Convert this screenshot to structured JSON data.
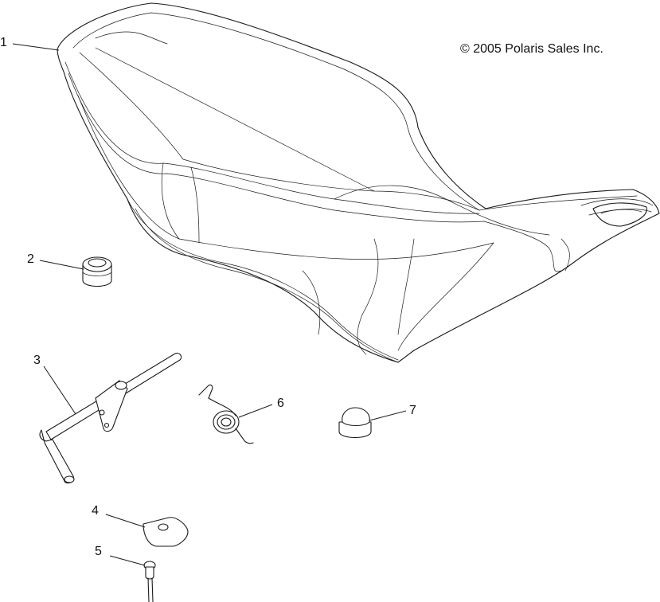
{
  "copyright": "© 2005 Polaris Sales Inc.",
  "callouts": [
    {
      "id": "1",
      "label": "1",
      "part": "seat-assembly"
    },
    {
      "id": "2",
      "label": "2",
      "part": "seat-grommet"
    },
    {
      "id": "3",
      "label": "3",
      "part": "seat-latch-rod"
    },
    {
      "id": "4",
      "label": "4",
      "part": "latch-plate"
    },
    {
      "id": "5",
      "label": "5",
      "part": "rivet-pin"
    },
    {
      "id": "6",
      "label": "6",
      "part": "torsion-spring"
    },
    {
      "id": "7",
      "label": "7",
      "part": "bumper-cap"
    }
  ]
}
